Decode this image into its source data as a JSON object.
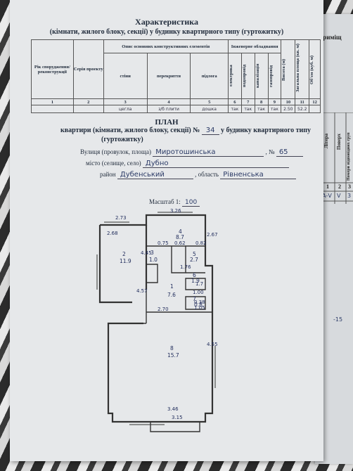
{
  "characteristics": {
    "title": "Характеристика",
    "subtitle": "(кімнати, жилого блоку, секції) у будинку квартирного типу (гуртожитку)",
    "col_year": "Рік спорудження/ реконструкції",
    "col_series": "Серія проекту",
    "col_elements": "Опис основних конструктивних елементів",
    "col_walls": "стіни",
    "col_floors": "перекриття",
    "col_flooring": "підлога",
    "col_engineering": "Інженерне обладнання",
    "col_electric": "електрика",
    "col_water": "водопровід",
    "col_sewer": "каналізація",
    "col_gas": "газопровід",
    "col_height": "Висота (м)",
    "col_total_area": "Загальна площа (кв. м)",
    "col_volume": "Об'єм (куб. м)",
    "numbers": [
      "1",
      "2",
      "3",
      "4",
      "5",
      "6",
      "7",
      "8",
      "9",
      "10",
      "11",
      "12"
    ],
    "row": {
      "walls": "цегла",
      "floors": "з/б плити",
      "flooring": "дошка",
      "electric": "так",
      "water": "так",
      "sewer": "так",
      "gas": "так",
      "height": "2.50",
      "total_area": "52.2"
    }
  },
  "plan": {
    "title": "ПЛАН",
    "subtitle_a": "квартири (кімнати, жилого блоку, секції) №",
    "apartment_no": "34",
    "subtitle_b": "у будинку квартирного типу",
    "subtitle_c": "(гуртожитку)",
    "street_label": "Вулиця (провулок, площа)",
    "street": "Миротошинська",
    "house_label": ", №",
    "house_no": "65",
    "city_label": "місто (селище, село)",
    "city": "Дубно",
    "district_label": "район",
    "district": "Дубенський",
    "region_label": ", область",
    "region": "Рівненська",
    "scale_label": "Масштаб 1:",
    "scale_value": "100"
  },
  "rooms": [
    {
      "id": "1",
      "area": "7.6"
    },
    {
      "id": "2",
      "area": "11.9"
    },
    {
      "id": "3",
      "area": "1.0"
    },
    {
      "id": "4",
      "area": "8.7"
    },
    {
      "id": "5",
      "area": "2.7"
    },
    {
      "id": "6",
      "area": "1.9"
    },
    {
      "id": "7",
      "area": "0.8"
    },
    {
      "id": "8",
      "area": "15.7"
    }
  ],
  "dimensions": [
    "2.73",
    "3.26",
    "2.68",
    "2.67",
    "4.45",
    "1.7",
    "0.62",
    "0.75",
    "0.82",
    "1.76",
    "1.7",
    "4.57",
    "2.70",
    "1.00",
    "0.38",
    "1.05",
    "4.55",
    "3.46",
    "3.15"
  ],
  "second_sheet": {
    "head": "приміщ",
    "col_letter": "Літера",
    "col_floor": "Поверх",
    "col_room": "Номери відповідних груп",
    "nums": [
      "1",
      "2",
      "3"
    ],
    "row": [
      "А-V",
      "V",
      "3"
    ],
    "mark": "-15"
  }
}
